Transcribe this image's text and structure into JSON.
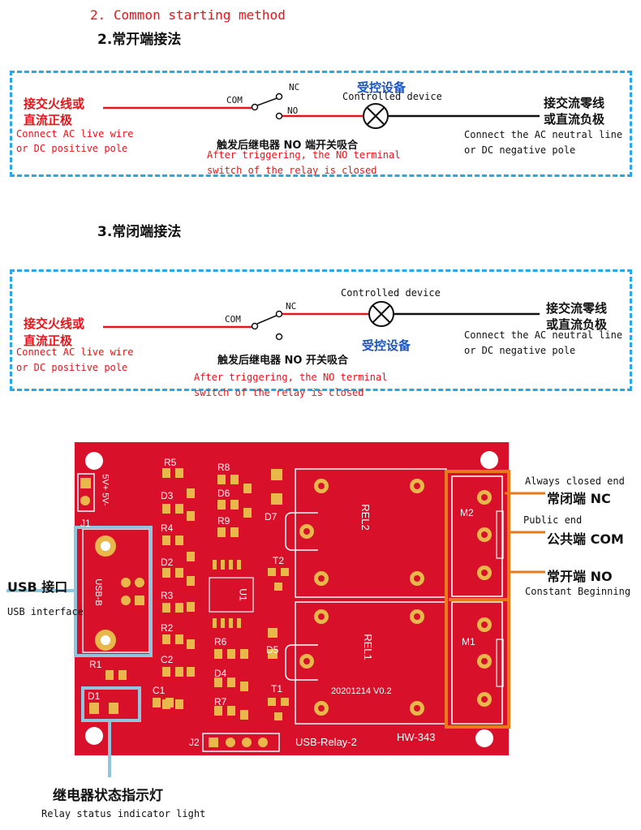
{
  "section_title_en": "2. Common starting method",
  "diagram_no": {
    "title_cn": "2.常开端接法",
    "live_cn_1": "接交火线或",
    "live_cn_2": "直流正极",
    "live_en_1": "Connect AC live wire",
    "live_en_2": "or DC positive pole",
    "com": "COM",
    "nc": "NC",
    "no": "NO",
    "device_cn": "受控设备",
    "device_en": "Controlled device",
    "neutral_cn_1": "接交流零线",
    "neutral_cn_2": "或直流负极",
    "neutral_en_1": "Connect the AC neutral line",
    "neutral_en_2": "or DC negative pole",
    "trigger_cn": "触发后继电器 NO 端开关吸合",
    "trigger_en_1": "After triggering, the NO terminal",
    "trigger_en_2": "switch of the relay is closed"
  },
  "diagram_nc": {
    "title_cn": "3.常闭端接法",
    "live_cn_1": "接交火线或",
    "live_cn_2": "直流正极",
    "live_en_1": "Connect AC live wire",
    "live_en_2": "or DC positive pole",
    "com": "COM",
    "nc": "NC",
    "device_cn": "受控设备",
    "device_en": "Controlled device",
    "neutral_cn_1": "接交流零线",
    "neutral_cn_2": "或直流负极",
    "neutral_en_1": "Connect the AC neutral line",
    "neutral_en_2": "or DC negative pole",
    "trigger_cn": "触发后继电器 NO 开关吸合",
    "trigger_en_1": "After triggering, the NO terminal",
    "trigger_en_2": "switch of the relay is closed"
  },
  "board": {
    "silk": {
      "r5": "R5",
      "r8": "R8",
      "d3": "D3",
      "d6": "D6",
      "d7": "D7",
      "r4": "R4",
      "r9": "R9",
      "d2": "D2",
      "t2": "T2",
      "r3": "R3",
      "u1": "U1",
      "r2": "R2",
      "r6": "R6",
      "d5": "D5",
      "c2": "C2",
      "r1": "R1",
      "d4": "D4",
      "t1": "T1",
      "c1": "C1",
      "d1": "D1",
      "r7": "R7",
      "j1": "J1",
      "j2": "J2",
      "power": "5V+ 5V-",
      "usb_b": "USB-B",
      "rel1": "REL1",
      "rel2": "REL2",
      "m1": "M1",
      "m2": "M2",
      "date": "20201214 V0.2",
      "name": "USB-Relay-2",
      "model": "HW-343"
    },
    "labels": {
      "usb_cn": "USB 接口",
      "usb_en": "USB interface",
      "nc_en": "Always closed end",
      "nc_cn": "常闭端 NC",
      "com_en": "Public end",
      "com_cn": "公共端 COM",
      "no_cn": "常开端 NO",
      "no_en": "Constant Beginning",
      "led_cn": "继电器状态指示灯",
      "led_en": "Relay status indicator light"
    },
    "colors": {
      "pcb": "#d8102a",
      "pad": "#e9b84a",
      "silkscreen": "#ffffff",
      "usb_box": "#8fc6dd",
      "terminal_box": "#e87a1c"
    }
  }
}
